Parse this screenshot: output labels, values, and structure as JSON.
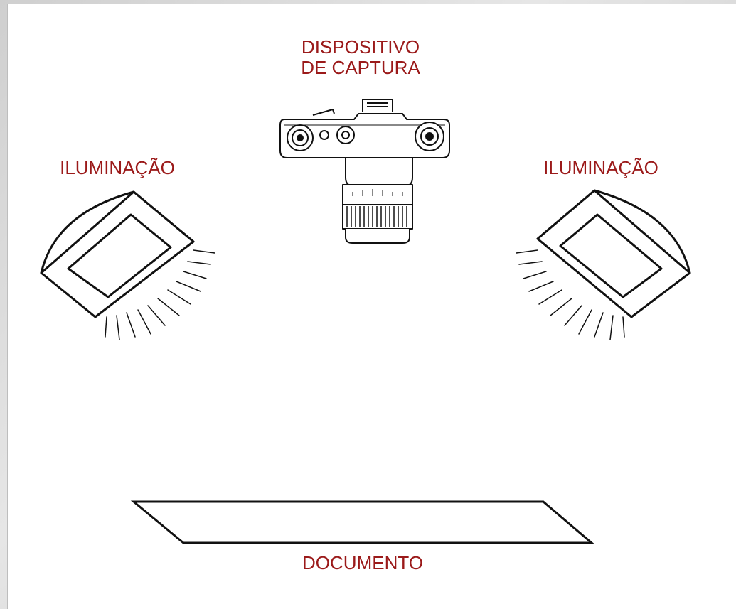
{
  "labels": {
    "capture_line1": "DISPOSITIVO",
    "capture_line2": "DE CAPTURA",
    "light_left": "ILUMINAÇÃO",
    "light_right": "ILUMINAÇÃO",
    "document": "DOCUMENTO"
  },
  "colors": {
    "label_red": "#9b1a1a",
    "stroke": "#111111",
    "paper": "#ffffff"
  },
  "icons": {
    "camera": "camera-icon",
    "lamp_left": "softbox-lamp-icon",
    "lamp_right": "softbox-lamp-icon",
    "document": "document-sheet-icon"
  }
}
